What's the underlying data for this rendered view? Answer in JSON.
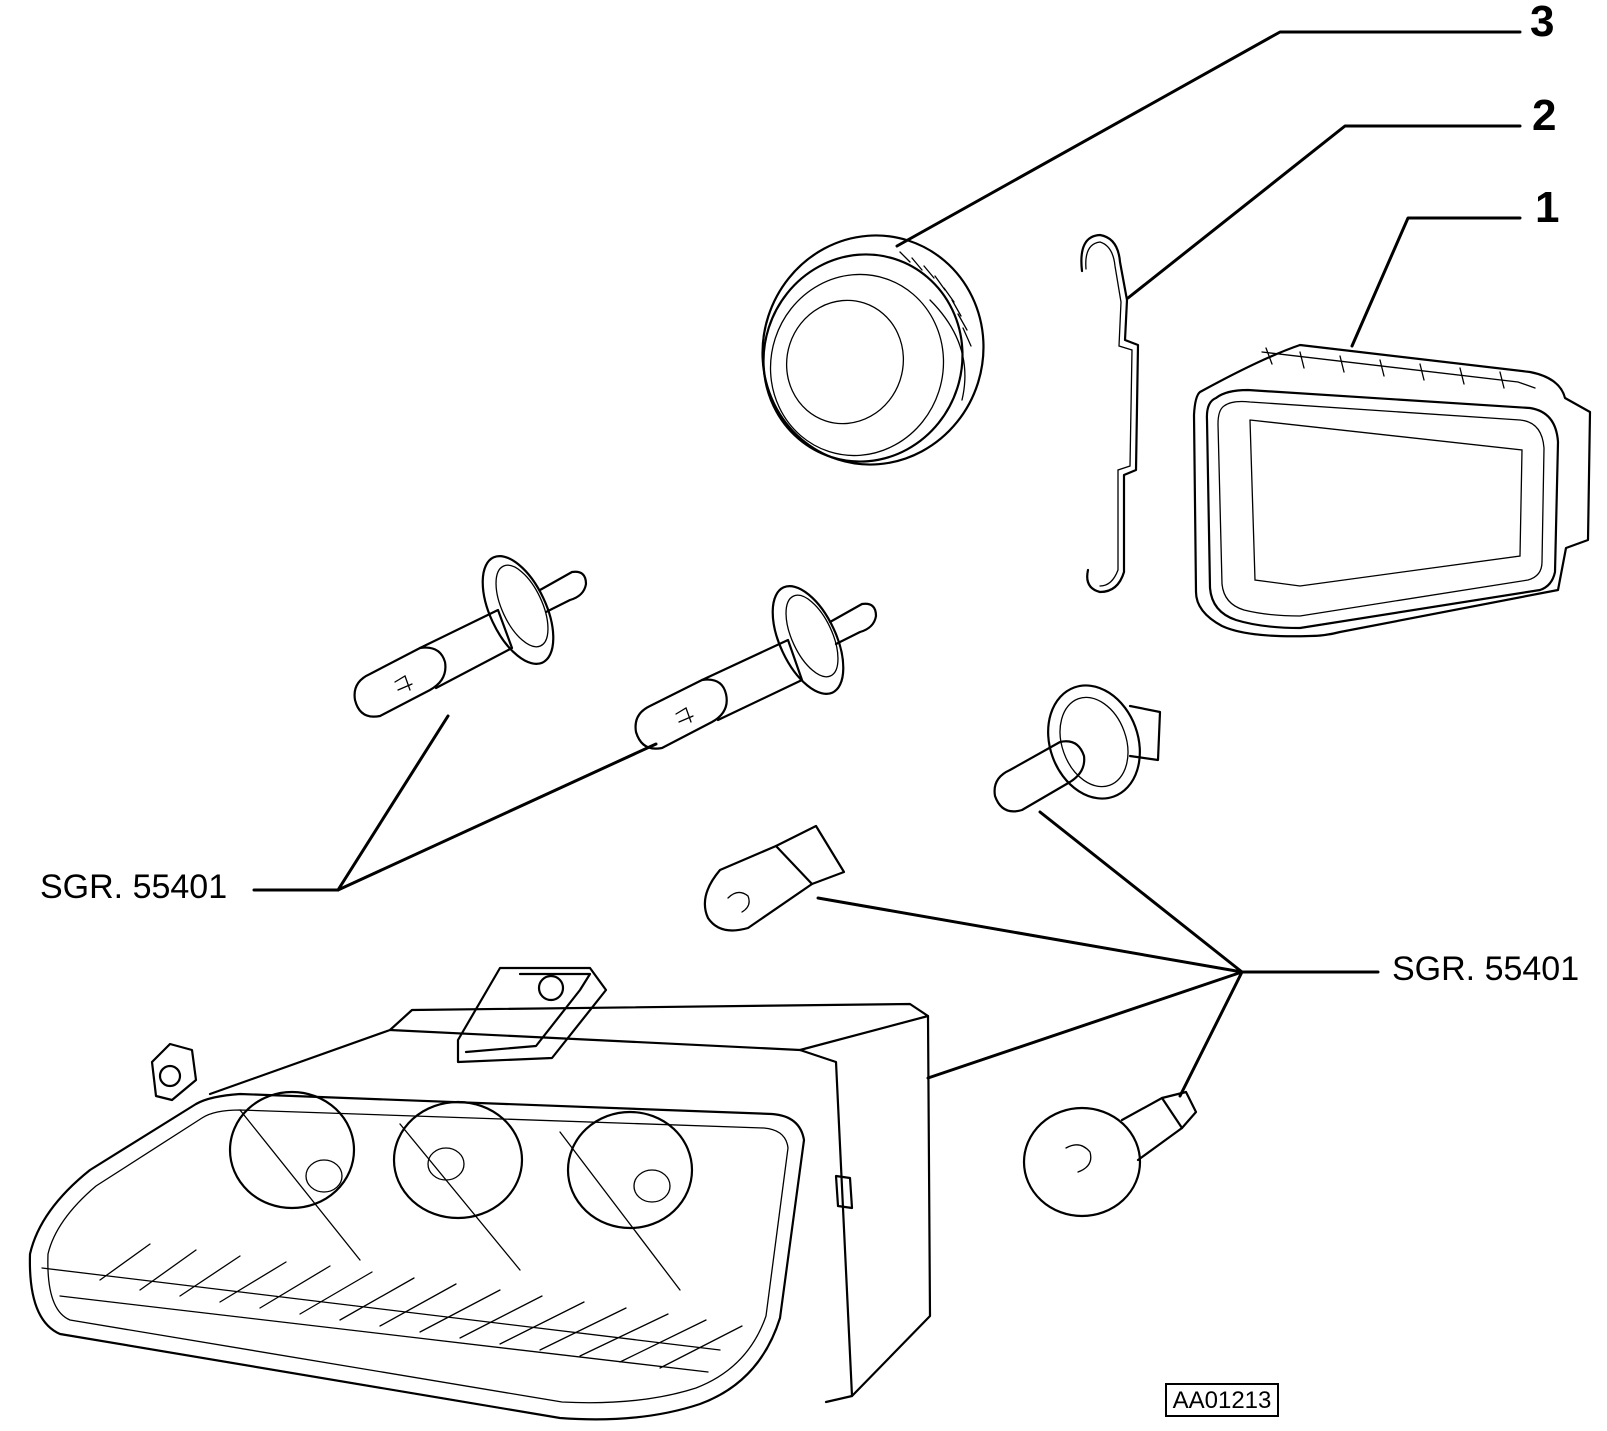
{
  "callouts": {
    "item_1": "1",
    "item_2": "2",
    "item_3": "3"
  },
  "references": {
    "left": "SGR. 55401",
    "right": "SGR. 55401"
  },
  "drawing_code": "AA01213"
}
